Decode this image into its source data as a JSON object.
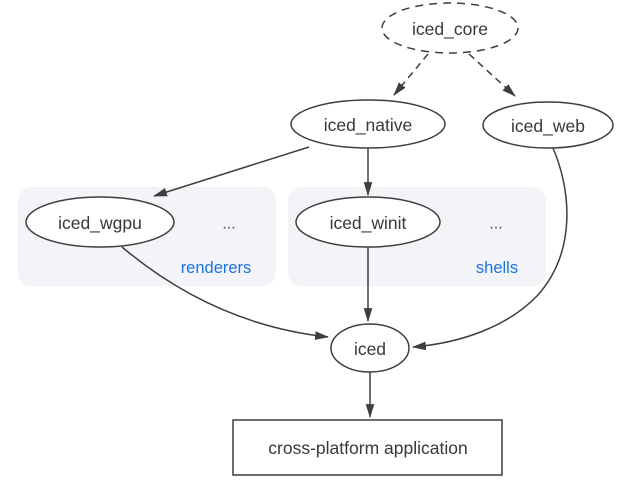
{
  "diagram": {
    "nodes": {
      "core": {
        "label": "iced_core"
      },
      "native": {
        "label": "iced_native"
      },
      "web": {
        "label": "iced_web"
      },
      "wgpu": {
        "label": "iced_wgpu"
      },
      "winit": {
        "label": "iced_winit"
      },
      "iced": {
        "label": "iced"
      },
      "app": {
        "label": "cross-platform application"
      }
    },
    "groups": {
      "renderers": {
        "label": "renderers",
        "more": "..."
      },
      "shells": {
        "label": "shells",
        "more": "..."
      }
    },
    "edges": [
      {
        "from": "iced_core",
        "to": "iced_native",
        "style": "dashed"
      },
      {
        "from": "iced_core",
        "to": "iced_web",
        "style": "dashed"
      },
      {
        "from": "iced_native",
        "to": "iced_wgpu",
        "style": "solid"
      },
      {
        "from": "iced_native",
        "to": "iced_winit",
        "style": "solid"
      },
      {
        "from": "iced_wgpu",
        "to": "iced",
        "style": "solid"
      },
      {
        "from": "iced_winit",
        "to": "iced",
        "style": "solid"
      },
      {
        "from": "iced_web",
        "to": "iced",
        "style": "solid"
      },
      {
        "from": "iced",
        "to": "cross-platform application",
        "style": "solid"
      }
    ],
    "colors": {
      "stroke": "#3e3e3e",
      "text": "#383838",
      "group_fill": "#f3f4f7",
      "group_label_blue": "#1a73e8",
      "background": "#ffffff"
    }
  }
}
